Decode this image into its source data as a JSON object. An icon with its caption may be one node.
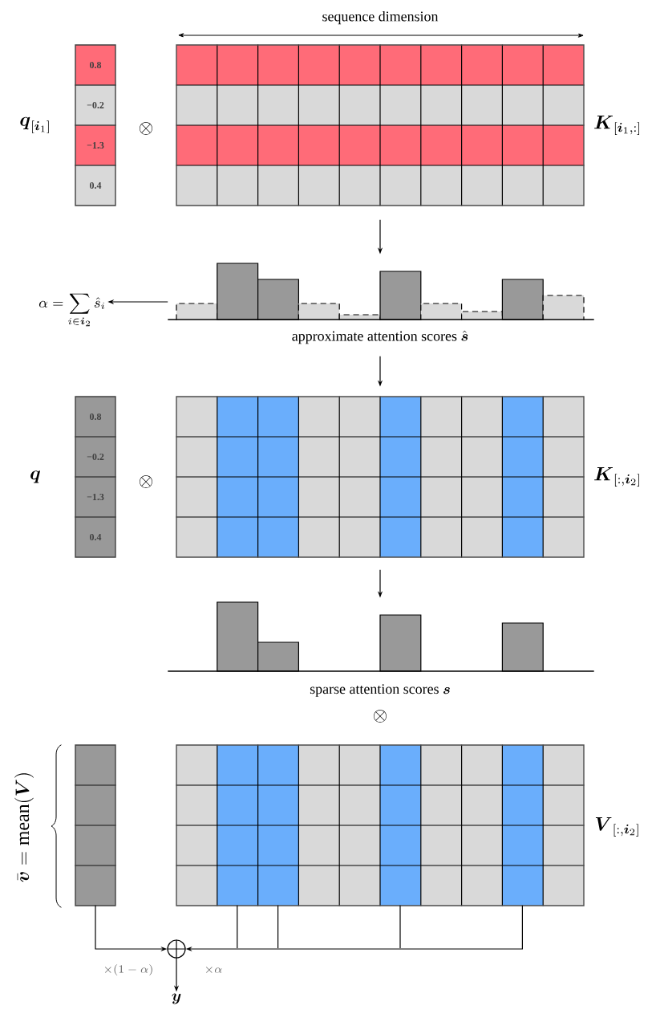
{
  "diagram": {
    "nodes": [
      {
        "text": [
          "\\boldsymbol{q}_{[\\boldsymbol{i}_1]}",
          "0.8",
          "−0.2",
          "−1.3",
          "0.4"
        ]
      },
      {
        "text": [
          "\\boldsymbol{K}_{[\\boldsymbol{i}_1,:]}"
        ]
      },
      {
        "text": [
          "\\text{approximate attention scores } \\hat{\\boldsymbol{s}}"
        ]
      },
      {
        "text": [
          "\\alpha = \\sum_{i\\in\\boldsymbol{i}_2}\\hat{s}_i"
        ]
      },
      {
        "text": [
          "\\boldsymbol{q}",
          "0.8",
          "−0.2",
          "−1.3",
          "0.4"
        ]
      },
      {
        "text": [
          "\\boldsymbol{K}_{[:,\\boldsymbol{i}_2]}"
        ]
      },
      {
        "text": [
          "\\text{sparse attention scores } \\boldsymbol{s}"
        ]
      },
      {
        "text": [
          "\\bar{\\boldsymbol{v}} = \\mathrm{mean}(\\boldsymbol{V})"
        ]
      },
      {
        "text": [
          "\\boldsymbol{V}_{[:,\\boldsymbol{i}_2]}"
        ]
      },
      {
        "text": [],
        "shape": "circle"
      },
      {
        "text": [
          "\\boldsymbol{y}"
        ]
      }
    ],
    "edges": [
      {
        "from": 1,
        "to": 2,
        "arrow": "to"
      },
      {
        "from": 2,
        "to": 3,
        "arrow": "to"
      },
      {
        "from": 2,
        "to": 5,
        "arrow": "to"
      },
      {
        "from": 5,
        "to": 6,
        "arrow": "to"
      },
      {
        "from": 7,
        "to": 9,
        "arrow": "to",
        "label": "\\times(1-\\alpha)"
      },
      {
        "from": 8,
        "to": 9,
        "arrow": "to",
        "label": "\\times\\alpha"
      },
      {
        "from": 9,
        "to": 10,
        "arrow": "to"
      }
    ],
    "labels": [
      "sequence dimension",
      "\\otimes",
      "\\otimes",
      "\\otimes"
    ]
  }
}
